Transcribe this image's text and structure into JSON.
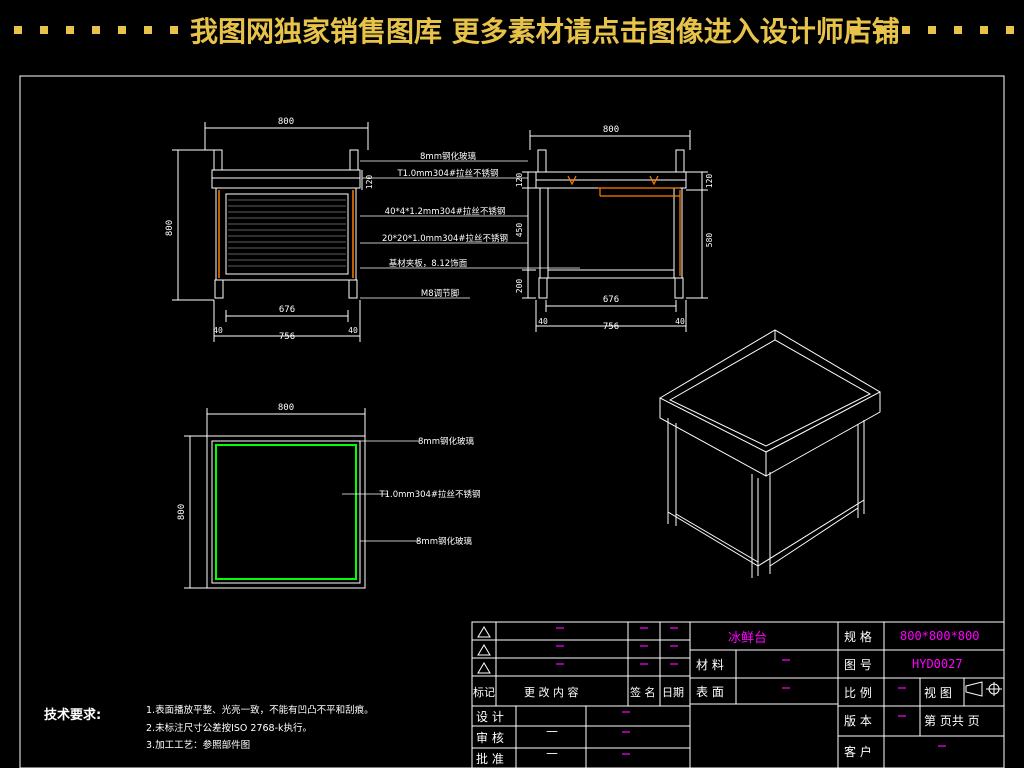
{
  "banner": {
    "text": "我图网独家销售图库 更多素材请点击图像进入设计师店铺"
  },
  "front_view": {
    "width_top": "800",
    "height": "800",
    "side_dim_top": "120",
    "bottom_inner": "676",
    "bottom_left": "40",
    "bottom_mid": "756",
    "bottom_right": "40"
  },
  "callouts": {
    "c1": "8mm钢化玻璃",
    "c2": "T1.0mm304#拉丝不锈钢",
    "c3": "40*4*1.2mm304#拉丝不锈钢",
    "c4": "20*20*1.0mm304#拉丝不锈钢",
    "c5": "基材夹板，8.12饰面",
    "c6": "M8调节脚"
  },
  "side_view": {
    "width_top": "800",
    "dim_left_top": "120",
    "dim_left_mid": "450",
    "dim_left_bottom": "200",
    "dim_right_top": "120",
    "dim_right_mid": "580",
    "bottom_inner": "676",
    "bottom_left": "40",
    "bottom_mid": "756",
    "bottom_right": "40"
  },
  "top_view": {
    "width_top": "800",
    "height": "800",
    "c1": "8mm钢化玻璃",
    "c2": "T1.0mm304#拉丝不锈钢",
    "c3": "8mm钢化玻璃"
  },
  "tech": {
    "title": "技术要求:",
    "line1": "1.表面播放平整、光亮一致，不能有凹凸不平和刮痕。",
    "line2": "2.未标注尺寸公差按ISO 2768-k执行。",
    "line3": "3.加工工艺：参照部件图"
  },
  "title_block": {
    "product_name": "冰鲜台",
    "spec_label": "规 格",
    "spec_value": "800*800*800",
    "drawing_no_label": "图 号",
    "drawing_no_value": "HYD0027",
    "material_label": "材 料",
    "surface_label": "表 面",
    "scale_label": "比 例",
    "view_label": "视 图",
    "version_label": "版 本",
    "page_label": "第 页共 页",
    "customer_label": "客 户",
    "mark_label": "标记",
    "change_label": "更 改 内 容",
    "sign_label": "签 名",
    "date_label": "日期",
    "design_label": "设 计",
    "review_label": "审 核",
    "approve_label": "批 准",
    "dash": "—"
  },
  "colors": {
    "line": "#ffffff",
    "dim": "#ffffff",
    "glass_green": "#00ff00",
    "magenta": "#ff00ff",
    "gold": "#e8c34a",
    "orange": "#ff7f00"
  }
}
